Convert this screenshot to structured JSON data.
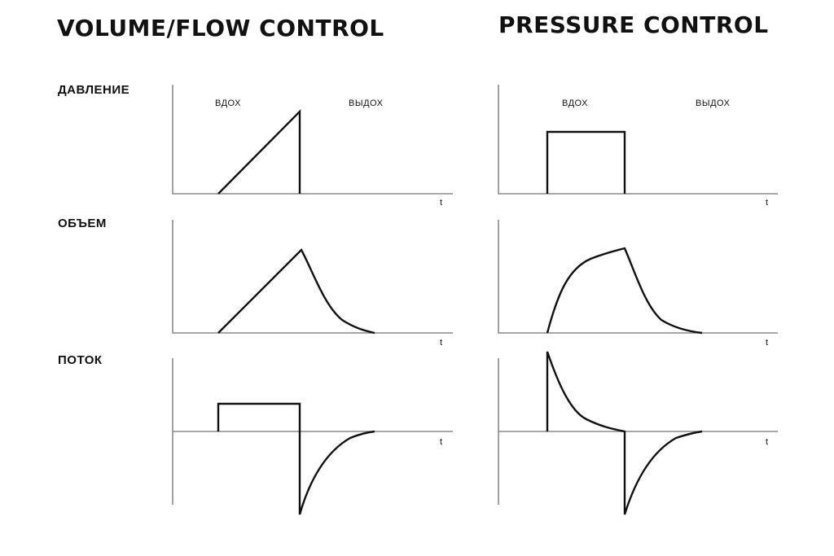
{
  "titles": {
    "left": "VOLUME/FLOW CONTROL",
    "right": "PRESSURE CONTROL"
  },
  "row_labels": {
    "pressure": "ДАВЛЕНИЕ",
    "volume": "ОБЪЕМ",
    "flow": "ПОТОК"
  },
  "phases": {
    "inhale": "ВДОХ",
    "exhale": "ВЫДОХ"
  },
  "time_axis_label": "t",
  "colors": {
    "curve": "#111111",
    "axis": "#8a8a8a",
    "background": "#ffffff"
  }
}
